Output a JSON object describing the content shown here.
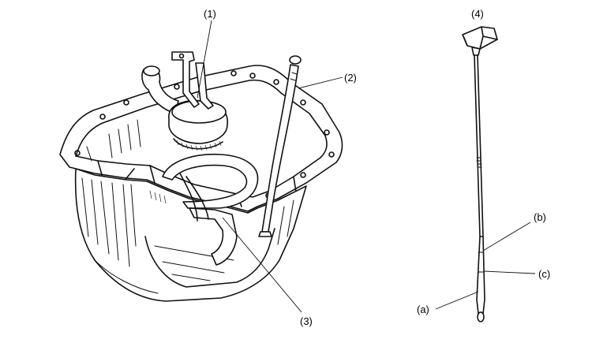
{
  "callouts": {
    "c1": "(1)",
    "c2": "(2)",
    "c3": "(3)",
    "c4": "(4)",
    "ca": "(a)",
    "cb": "(b)",
    "cc": "(c)"
  },
  "colors": {
    "ink": "#111111",
    "background": "#ffffff"
  }
}
